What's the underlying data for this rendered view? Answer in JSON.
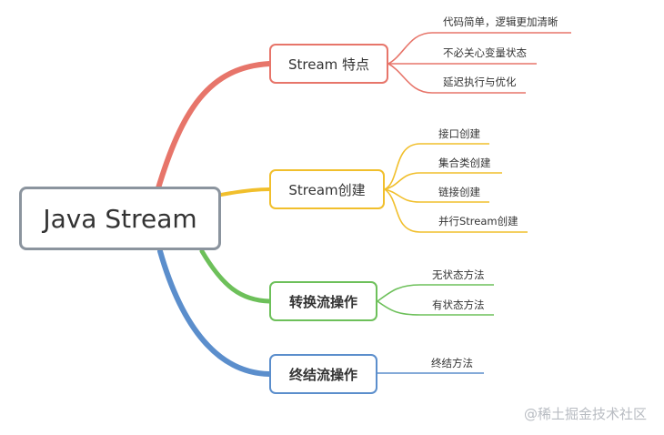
{
  "diagram": {
    "root": "Java Stream",
    "branches": [
      {
        "label": "Stream 特点",
        "color": "#e7756a",
        "leaves": [
          "代码简单，逻辑更加清晰",
          "不必关心变量状态",
          "延迟执行与优化"
        ]
      },
      {
        "label": "Stream创建",
        "color": "#f1bf2c",
        "leaves": [
          "接口创建",
          "集合类创建",
          "链接创建",
          "并行Stream创建"
        ]
      },
      {
        "label": "转换流操作",
        "color": "#6dc05a",
        "leaves": [
          "无状态方法",
          "有状态方法"
        ]
      },
      {
        "label": "终结流操作",
        "color": "#5b8ecc",
        "leaves": [
          "终结方法"
        ]
      }
    ]
  },
  "watermark": "@稀土掘金技术社区"
}
